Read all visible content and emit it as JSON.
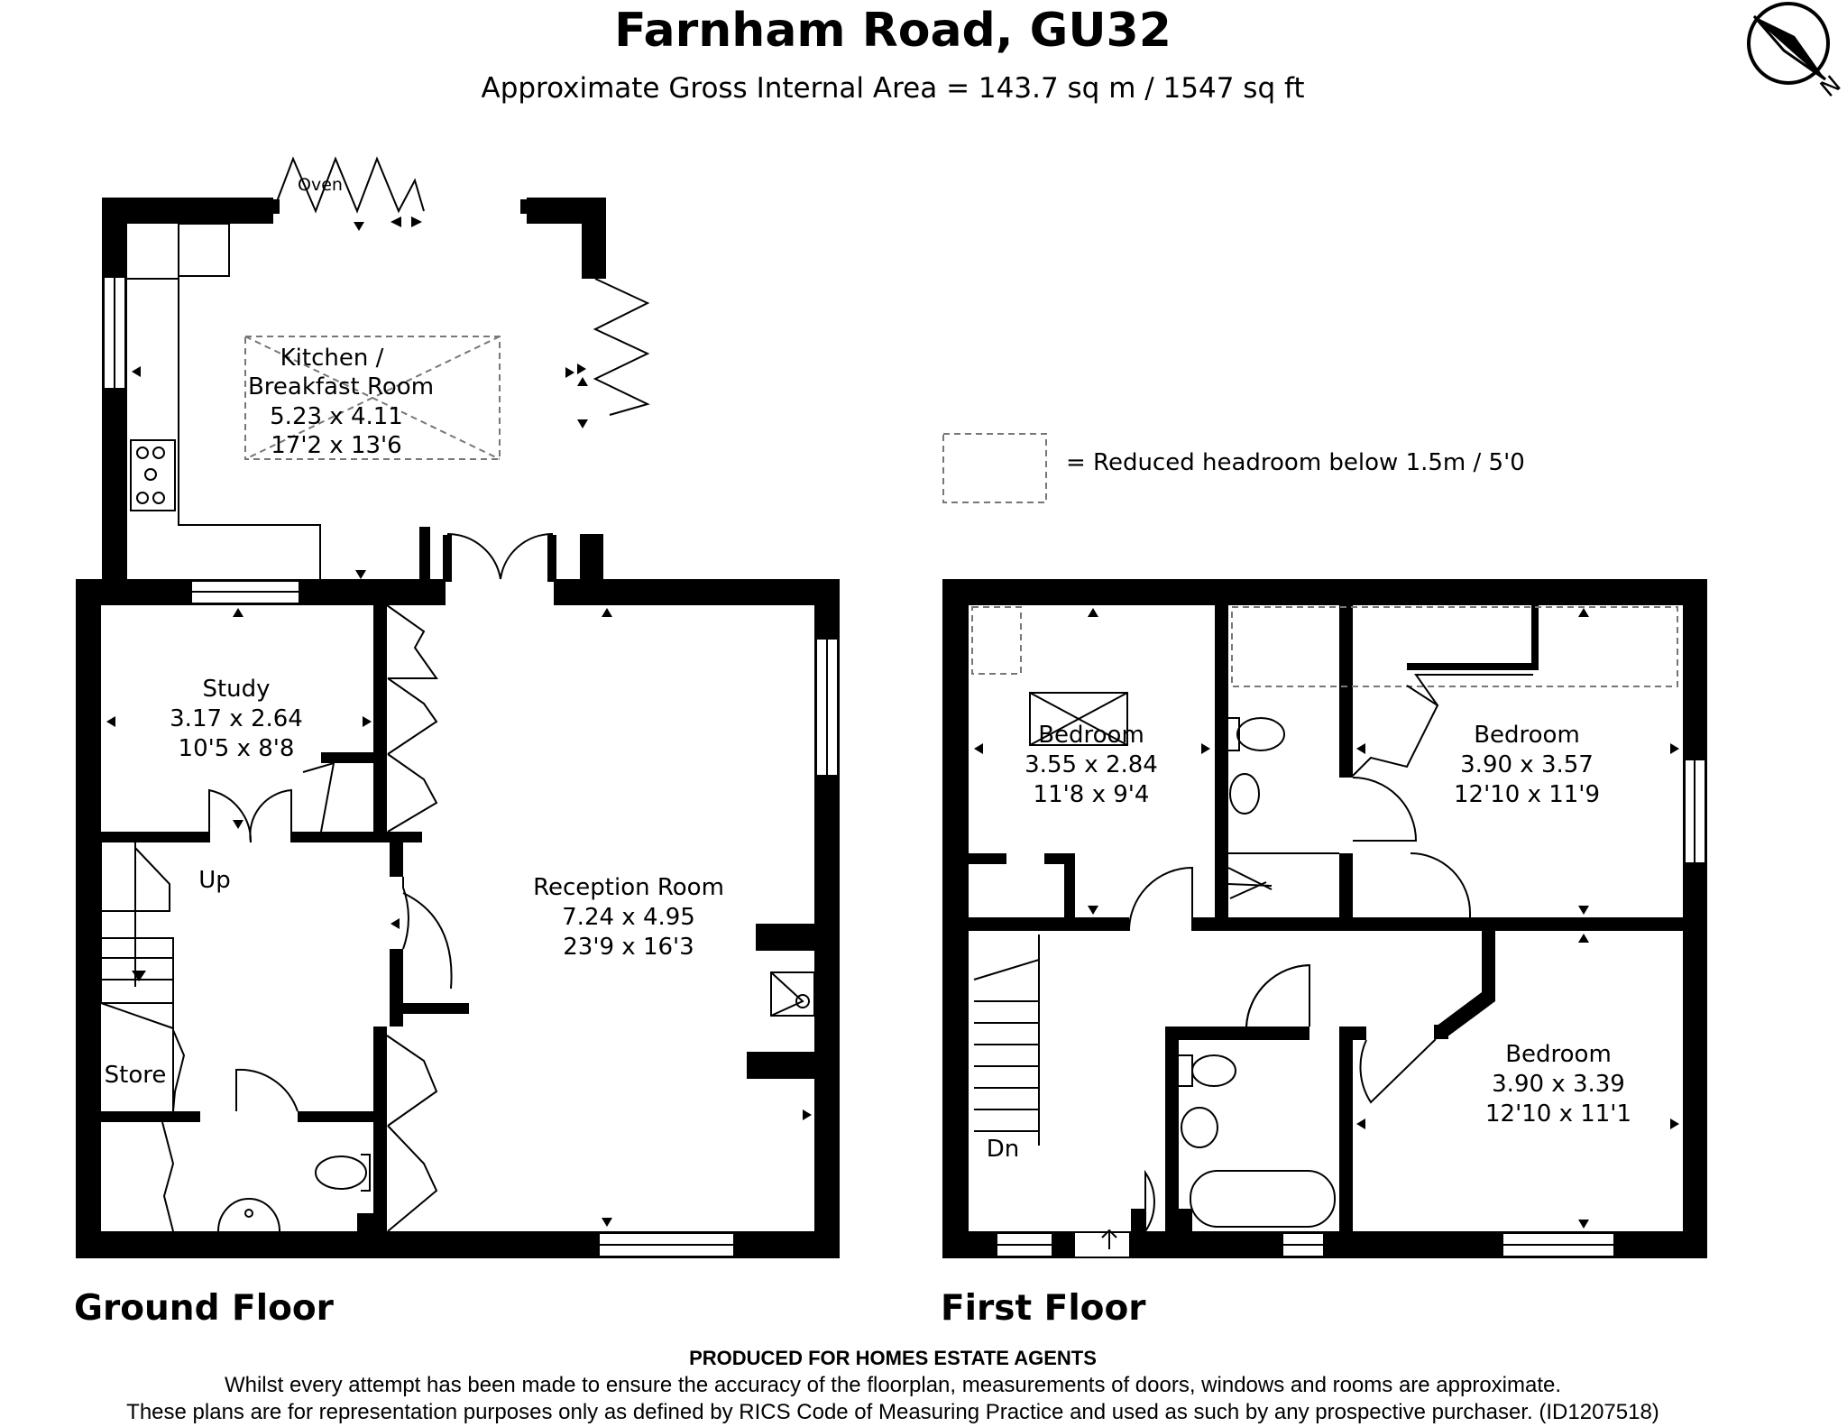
{
  "header": {
    "title": "Farnham Road, GU32",
    "subtitle": "Approximate Gross Internal Area = 143.7 sq m / 1547 sq ft"
  },
  "compass": {
    "icon": "north-arrow-icon",
    "label": "N"
  },
  "legend": {
    "text": "= Reduced headroom below 1.5m / 5'0"
  },
  "ground_floor": {
    "label": "Ground Floor",
    "rooms": {
      "kitchen": {
        "name_line1": "Kitchen /",
        "name_line2": "Breakfast Room",
        "metric": "5.23 x 4.11",
        "imperial": "17'2 x 13'6"
      },
      "study": {
        "name": "Study",
        "metric": "3.17 x 2.64",
        "imperial": "10'5 x 8'8"
      },
      "reception": {
        "name": "Reception Room",
        "metric": "7.24 x 4.95",
        "imperial": "23'9 x 16'3"
      }
    },
    "labels": {
      "oven": "Oven",
      "up": "Up",
      "store": "Store"
    }
  },
  "first_floor": {
    "label": "First Floor",
    "rooms": {
      "bedroom1": {
        "name": "Bedroom",
        "metric": "3.55 x 2.84",
        "imperial": "11'8 x 9'4"
      },
      "bedroom2": {
        "name": "Bedroom",
        "metric": "3.90 x 3.57",
        "imperial": "12'10 x 11'9"
      },
      "bedroom3": {
        "name": "Bedroom",
        "metric": "3.90 x 3.39",
        "imperial": "12'10 x 11'1"
      }
    },
    "labels": {
      "down": "Dn"
    }
  },
  "footer": {
    "produced": "PRODUCED FOR HOMES ESTATE AGENTS",
    "line1": "Whilst every attempt has been made to ensure the accuracy of the floorplan, measurements of doors, windows and rooms are approximate.",
    "line2": "These plans are for representation purposes only as defined by RICS Code of Measuring Practice and used as such by any prospective purchaser. (ID1207518)"
  }
}
